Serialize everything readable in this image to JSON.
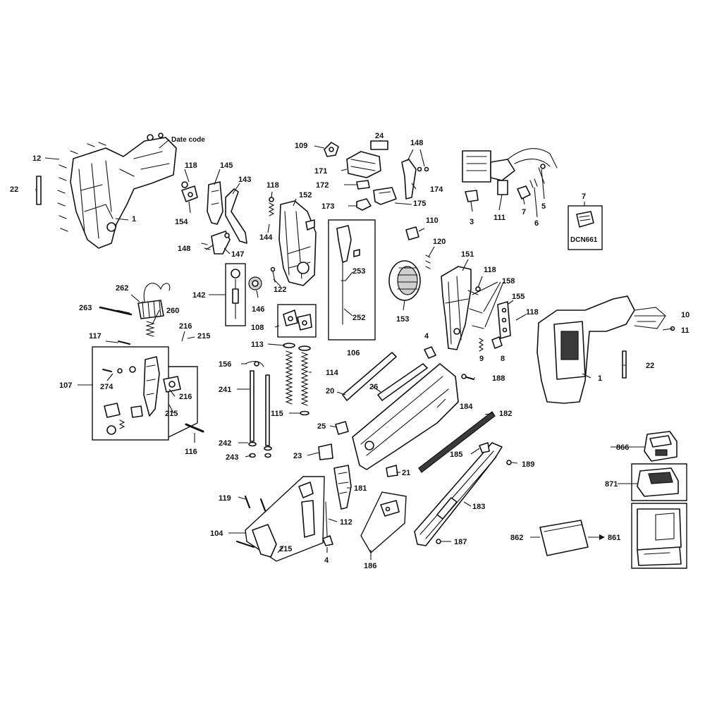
{
  "date_code_label": "Date code",
  "model_label": "DCN661",
  "callouts": [
    {
      "id": "c12",
      "text": "12"
    },
    {
      "id": "c22a",
      "text": "22"
    },
    {
      "id": "c1a",
      "text": "1"
    },
    {
      "id": "c118a",
      "text": "118"
    },
    {
      "id": "c145",
      "text": "145"
    },
    {
      "id": "c143",
      "text": "143"
    },
    {
      "id": "c154",
      "text": "154"
    },
    {
      "id": "c148a",
      "text": "148"
    },
    {
      "id": "c147",
      "text": "147"
    },
    {
      "id": "c118b",
      "text": "118"
    },
    {
      "id": "c152",
      "text": "152"
    },
    {
      "id": "c144",
      "text": "144"
    },
    {
      "id": "c109",
      "text": "109"
    },
    {
      "id": "c24",
      "text": "24"
    },
    {
      "id": "c171",
      "text": "171"
    },
    {
      "id": "c172",
      "text": "172"
    },
    {
      "id": "c173",
      "text": "173"
    },
    {
      "id": "c148b",
      "text": "148"
    },
    {
      "id": "c174",
      "text": "174"
    },
    {
      "id": "c175",
      "text": "175"
    },
    {
      "id": "c3",
      "text": "3"
    },
    {
      "id": "c111",
      "text": "111"
    },
    {
      "id": "c7a",
      "text": "7"
    },
    {
      "id": "c6",
      "text": "6"
    },
    {
      "id": "c5",
      "text": "5"
    },
    {
      "id": "c7b",
      "text": "7"
    },
    {
      "id": "c262",
      "text": "262"
    },
    {
      "id": "c263",
      "text": "263"
    },
    {
      "id": "c260",
      "text": "260"
    },
    {
      "id": "c142",
      "text": "142"
    },
    {
      "id": "c146",
      "text": "146"
    },
    {
      "id": "c122",
      "text": "122"
    },
    {
      "id": "c253",
      "text": "253"
    },
    {
      "id": "c252",
      "text": "252"
    },
    {
      "id": "c110",
      "text": "110"
    },
    {
      "id": "c120",
      "text": "120"
    },
    {
      "id": "c153",
      "text": "153"
    },
    {
      "id": "c151",
      "text": "151"
    },
    {
      "id": "c118c",
      "text": "118"
    },
    {
      "id": "c158",
      "text": "158"
    },
    {
      "id": "c155",
      "text": "155"
    },
    {
      "id": "c118d",
      "text": "118"
    },
    {
      "id": "c10",
      "text": "10"
    },
    {
      "id": "c11",
      "text": "11"
    },
    {
      "id": "c117",
      "text": "117"
    },
    {
      "id": "c216a",
      "text": "216"
    },
    {
      "id": "c215a",
      "text": "215"
    },
    {
      "id": "c108",
      "text": "108"
    },
    {
      "id": "c113",
      "text": "113"
    },
    {
      "id": "c106",
      "text": "106"
    },
    {
      "id": "c4a",
      "text": "4"
    },
    {
      "id": "c9",
      "text": "9"
    },
    {
      "id": "c8",
      "text": "8"
    },
    {
      "id": "c1b",
      "text": "1"
    },
    {
      "id": "c22b",
      "text": "22"
    },
    {
      "id": "c107",
      "text": "107"
    },
    {
      "id": "c274",
      "text": "274"
    },
    {
      "id": "c216b",
      "text": "216"
    },
    {
      "id": "c215b",
      "text": "215"
    },
    {
      "id": "c156",
      "text": "156"
    },
    {
      "id": "c241",
      "text": "241"
    },
    {
      "id": "c114",
      "text": "114"
    },
    {
      "id": "c115",
      "text": "115"
    },
    {
      "id": "c20",
      "text": "20"
    },
    {
      "id": "c26",
      "text": "26"
    },
    {
      "id": "c184",
      "text": "184"
    },
    {
      "id": "c188",
      "text": "188"
    },
    {
      "id": "c182",
      "text": "182"
    },
    {
      "id": "c116",
      "text": "116"
    },
    {
      "id": "c25",
      "text": "25"
    },
    {
      "id": "c242",
      "text": "242"
    },
    {
      "id": "c243",
      "text": "243"
    },
    {
      "id": "c23",
      "text": "23"
    },
    {
      "id": "c185",
      "text": "185"
    },
    {
      "id": "c21",
      "text": "21"
    },
    {
      "id": "c189",
      "text": "189"
    },
    {
      "id": "c866",
      "text": "866"
    },
    {
      "id": "c871",
      "text": "871"
    },
    {
      "id": "c181",
      "text": "181"
    },
    {
      "id": "c119",
      "text": "119"
    },
    {
      "id": "c183",
      "text": "183"
    },
    {
      "id": "c112",
      "text": "112"
    },
    {
      "id": "c104",
      "text": "104"
    },
    {
      "id": "c215c",
      "text": "215"
    },
    {
      "id": "c4b",
      "text": "4"
    },
    {
      "id": "c186",
      "text": "186"
    },
    {
      "id": "c187",
      "text": "187"
    },
    {
      "id": "c862",
      "text": "862"
    },
    {
      "id": "c861",
      "text": "861"
    }
  ]
}
